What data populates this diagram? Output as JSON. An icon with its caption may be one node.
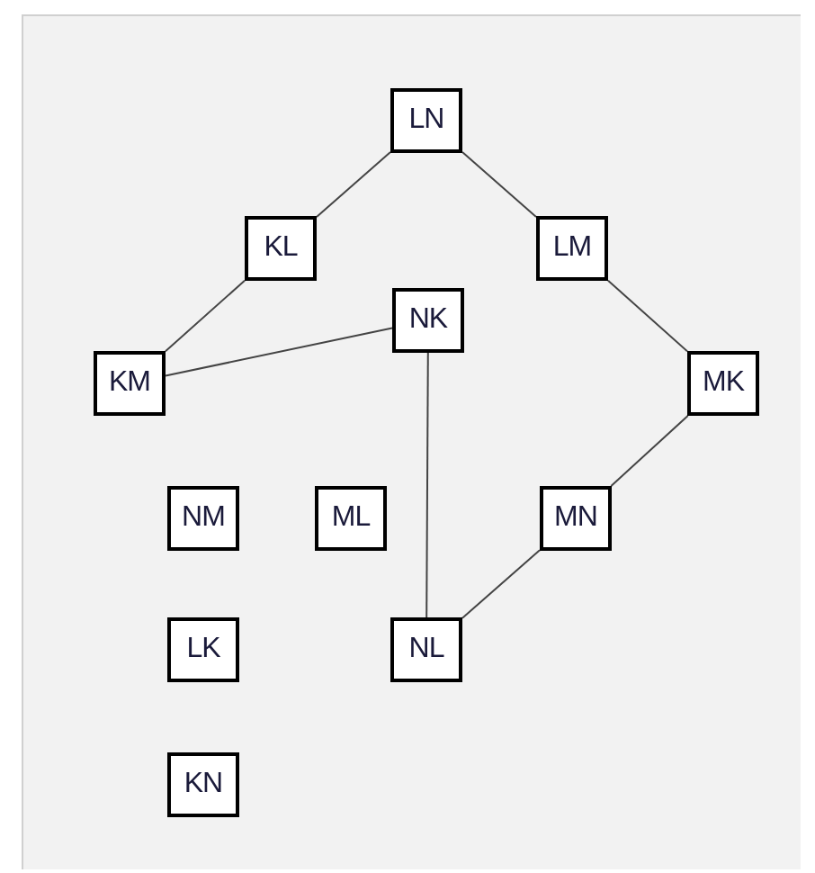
{
  "diagram": {
    "nodes": [
      {
        "text": [
          "LN"
        ]
      },
      {
        "text": [
          "KL"
        ]
      },
      {
        "text": [
          "LM"
        ]
      },
      {
        "text": [
          "NK"
        ]
      },
      {
        "text": [
          "KM"
        ]
      },
      {
        "text": [
          "MK"
        ]
      },
      {
        "text": [
          "NM"
        ]
      },
      {
        "text": [
          "ML"
        ]
      },
      {
        "text": [
          "MN"
        ]
      },
      {
        "text": [
          "LK"
        ]
      },
      {
        "text": [
          "NL"
        ]
      },
      {
        "text": [
          "KN"
        ]
      }
    ],
    "edges": [
      {
        "from": 0,
        "to": 1,
        "arrow": "none"
      },
      {
        "from": 0,
        "to": 2,
        "arrow": "none"
      },
      {
        "from": 1,
        "to": 4,
        "arrow": "none"
      },
      {
        "from": 3,
        "to": 4,
        "arrow": "none"
      },
      {
        "from": 2,
        "to": 5,
        "arrow": "none"
      },
      {
        "from": 3,
        "to": 10,
        "arrow": "none"
      },
      {
        "from": 5,
        "to": 8,
        "arrow": "none"
      },
      {
        "from": 8,
        "to": 10,
        "arrow": "none"
      }
    ]
  }
}
